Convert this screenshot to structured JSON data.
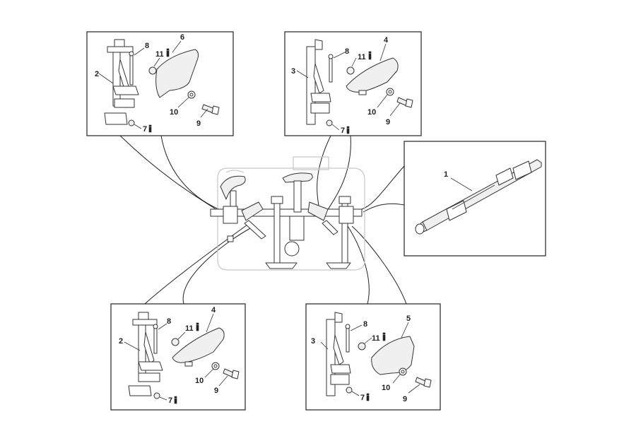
{
  "callouts": {
    "tl": {
      "p2": "2",
      "p6": "6",
      "p8": "8",
      "p11": "11",
      "p10": "10",
      "p9": "9",
      "p7": "7"
    },
    "tr": {
      "p3": "3",
      "p4": "4",
      "p8": "8",
      "p11": "11",
      "p10": "10",
      "p9": "9",
      "p7": "7"
    },
    "rt": {
      "p1": "1"
    },
    "bl": {
      "p2": "2",
      "p4": "4",
      "p8": "8",
      "p11": "11",
      "p10": "10",
      "p9": "9",
      "p7": "7"
    },
    "br": {
      "p3": "3",
      "p5": "5",
      "p8": "8",
      "p11": "11",
      "p10": "10",
      "p9": "9",
      "p7": "7"
    }
  },
  "icons": {
    "info": "info-icon"
  }
}
